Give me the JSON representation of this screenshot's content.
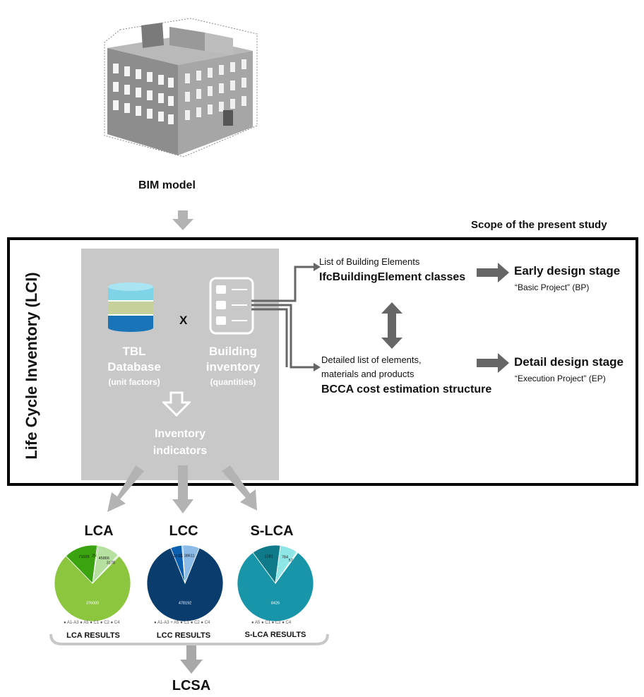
{
  "bim_label": "BIM model",
  "scope_label": "Scope of the present study",
  "lci_label": "Life Cycle Inventory (LCI)",
  "tbl": {
    "title_1": "TBL",
    "title_2": "Database",
    "sub": "(unit factors)"
  },
  "multiply": "X",
  "inventory": {
    "title_1": "Building",
    "title_2": "inventory",
    "sub": "(quantities)"
  },
  "indicators": {
    "line_1": "Inventory",
    "line_2": "indicators"
  },
  "upper_branch": {
    "caption": "List of Building Elements",
    "title": "IfcBuildingElement classes"
  },
  "lower_branch": {
    "caption_1": "Detailed list of elements,",
    "caption_2": "materials and products",
    "title": "BCCA cost estimation structure"
  },
  "early_stage": {
    "title": "Early design stage",
    "sub": "“Basic Project” (BP)"
  },
  "detail_stage": {
    "title": "Detail design stage",
    "sub": "“Execution Project” (EP)"
  },
  "results": [
    {
      "title": "LCA",
      "label": "LCA RESULTS",
      "legend": "● A1-A3  ● A5  ● C1  ● C2  ● C4",
      "slices": [
        {
          "value": 376000,
          "label": "376000",
          "color": "#8cc63f"
        },
        {
          "value": 71026,
          "label": "71026",
          "color": "#3aa30f"
        },
        {
          "value": 2585,
          "label": "2585",
          "color": "#5fb82a"
        },
        {
          "value": 45866,
          "label": "45866",
          "color": "#b5e0a0"
        },
        {
          "value": 3178,
          "label": "3178",
          "color": "#d8efcc"
        }
      ]
    },
    {
      "title": "LCC",
      "label": "LCC RESULTS",
      "legend": "● A1-A3 + A5  ● C1  ● C2  ● C4",
      "slices": [
        {
          "value": 478192,
          "label": "478192",
          "color": "#0a3c6e"
        },
        {
          "value": 26100,
          "label": "26100",
          "color": "#0b5fb0"
        },
        {
          "value": 2179,
          "label": "2179",
          "color": "#2f7fd0"
        },
        {
          "value": 38611,
          "label": "38611",
          "color": "#8cbbe8"
        }
      ]
    },
    {
      "title": "S-LCA",
      "label": "S-LCA RESULTS",
      "legend": "● A5  ● C1  ● C2  ● C4",
      "slices": [
        {
          "value": 8426,
          "label": "8426",
          "color": "#1895a8"
        },
        {
          "value": 1281,
          "label": "1281",
          "color": "#0f7a8a"
        },
        {
          "value": 784,
          "label": "784",
          "color": "#8fe6e6"
        },
        {
          "value": 57,
          "label": "57",
          "color": "#c7f3f3"
        }
      ]
    }
  ],
  "lcsa_label": "LCSA"
}
